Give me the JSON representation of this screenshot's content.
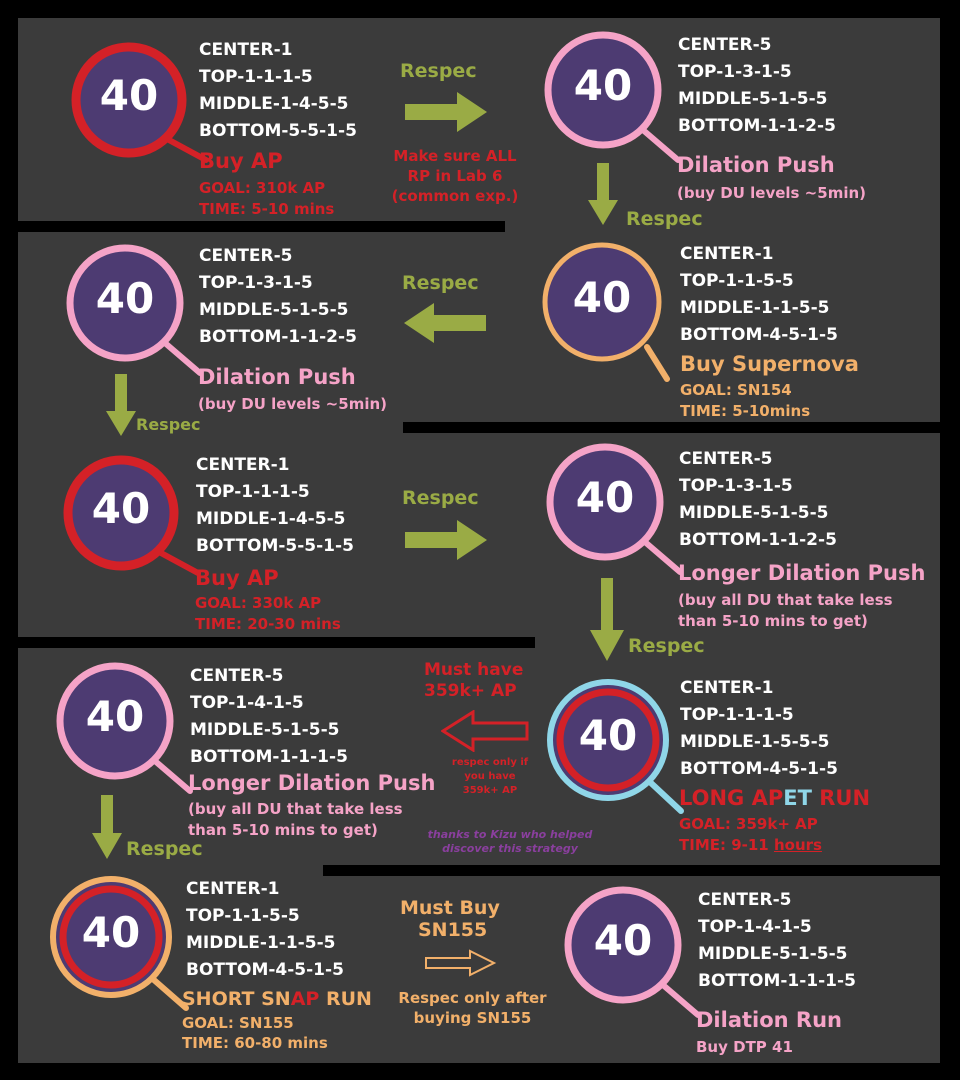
{
  "colors": {
    "pink": "#f5a3c7",
    "red": "#d42127",
    "orange": "#f2b06a",
    "green": "#9aab45",
    "blue": "#8fd6e8",
    "purple": "#4d3b72",
    "panel": "#3b3b3b"
  },
  "nodes": {
    "n1": {
      "level": "40",
      "center": "CENTER-1",
      "top": "TOP-1-1-1-5",
      "middle": "MIDDLE-1-4-5-5",
      "bottom": "BOTTOM-5-5-1-5",
      "title": "Buy AP",
      "sub1": "GOAL: 310k AP",
      "sub2": "TIME: 5-10 mins"
    },
    "n2": {
      "level": "40",
      "center": "CENTER-5",
      "top": "TOP-1-3-1-5",
      "middle": "MIDDLE-5-1-5-5",
      "bottom": "BOTTOM-1-1-2-5",
      "title": "Dilation Push",
      "sub1": "(buy DU levels ~5min)"
    },
    "n3": {
      "level": "40",
      "center": "CENTER-1",
      "top": "TOP-1-1-5-5",
      "middle": "MIDDLE-1-1-5-5",
      "bottom": "BOTTOM-4-5-1-5",
      "title": "Buy Supernova",
      "sub1": "GOAL: SN154",
      "sub2": "TIME: 5-10mins"
    },
    "n4": {
      "level": "40",
      "center": "CENTER-5",
      "top": "TOP-1-3-1-5",
      "middle": "MIDDLE-5-1-5-5",
      "bottom": "BOTTOM-1-1-2-5",
      "title": "Dilation Push",
      "sub1": "(buy DU levels ~5min)"
    },
    "n5": {
      "level": "40",
      "center": "CENTER-1",
      "top": "TOP-1-1-1-5",
      "middle": "MIDDLE-1-4-5-5",
      "bottom": "BOTTOM-5-5-1-5",
      "title": "Buy AP",
      "sub1": "GOAL: 330k AP",
      "sub2": "TIME: 20-30 mins"
    },
    "n6": {
      "level": "40",
      "center": "CENTER-5",
      "top": "TOP-1-3-1-5",
      "middle": "MIDDLE-5-1-5-5",
      "bottom": "BOTTOM-1-1-2-5",
      "title": "Longer Dilation Push",
      "sub1": "(buy all DU that take less",
      "sub2": " than 5-10 mins to get)"
    },
    "n7": {
      "level": "40",
      "center": "CENTER-1",
      "top": "TOP-1-1-1-5",
      "middle": "MIDDLE-1-5-5-5",
      "bottom": "BOTTOM-4-5-1-5",
      "title_a": "LONG AP",
      "title_b": "ET",
      "title_c": " RUN",
      "sub1": "GOAL: 359k+ AP",
      "sub2_a": "TIME: 9-11 ",
      "sub2_b": "hours"
    },
    "n8": {
      "level": "40",
      "center": "CENTER-5",
      "top": "TOP-1-4-1-5",
      "middle": "MIDDLE-5-1-5-5",
      "bottom": "BOTTOM-1-1-1-5",
      "title": "Longer Dilation Push",
      "sub1": "(buy all DU that take less",
      "sub2": " than 5-10 mins to get)"
    },
    "n9": {
      "level": "40",
      "center": "CENTER-1",
      "top": "TOP-1-1-5-5",
      "middle": "MIDDLE-1-1-5-5",
      "bottom": "BOTTOM-4-5-1-5",
      "title_a": "SHORT SN",
      "title_b": "AP",
      "title_c": " RUN",
      "sub1": "GOAL: SN155",
      "sub2": "TIME: 60-80 mins"
    },
    "n10": {
      "level": "40",
      "center": "CENTER-5",
      "top": "TOP-1-4-1-5",
      "middle": "MIDDLE-5-1-5-5",
      "bottom": "BOTTOM-1-1-1-5",
      "title": "Dilation Run",
      "sub1": "Buy DTP 41"
    }
  },
  "arrows": {
    "a1": "Respec",
    "a2": "Respec",
    "a3": "Respec",
    "a4": "Respec",
    "a5": "Respec",
    "a6": "Respec",
    "a8": "Respec"
  },
  "notes": {
    "lab1": "Make sure ALL",
    "lab2": "RP in Lab 6",
    "lab3": "(common exp.)",
    "must1": "Must have",
    "must2": "359k+ AP",
    "only1": "respec only if",
    "only2": "you have",
    "only3": "359k+ AP",
    "thanks1": "thanks to Kizu who helped",
    "thanks2": "discover this strategy",
    "buy1": "Must Buy",
    "buy2": "SN155",
    "after1": "Respec only after",
    "after2": "buying SN155"
  }
}
